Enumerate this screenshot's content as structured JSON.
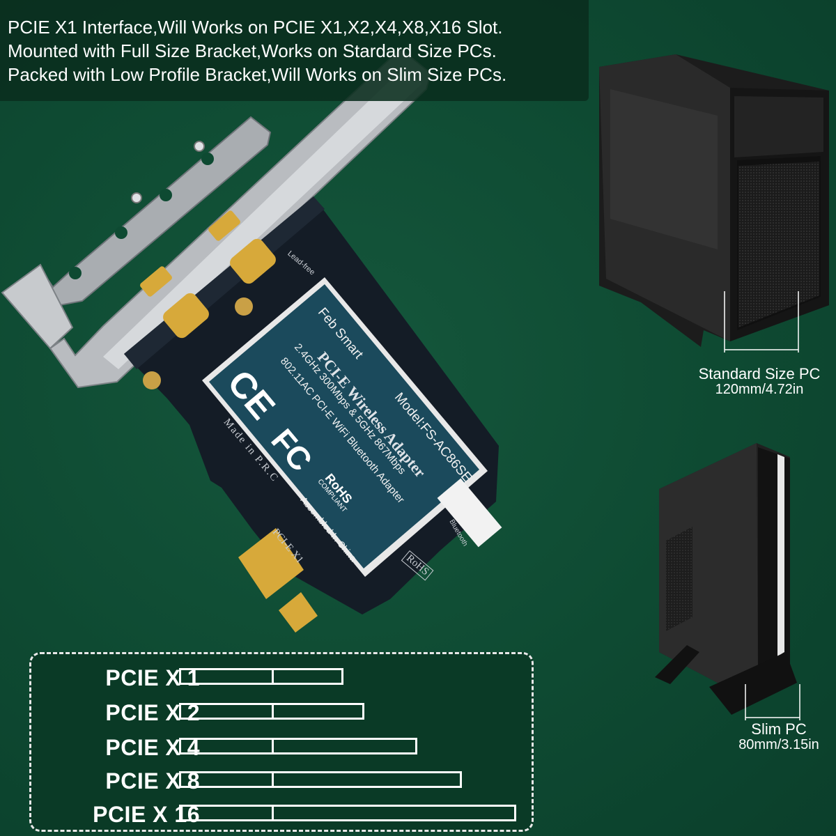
{
  "headline": {
    "lines": [
      "PCIE X1 Interface,Will Works on PCIE X1,X2,X4,X8,X16 Slot.",
      "Mounted with Full Size Bracket,Works on Stardard Size PCs.",
      "Packed with Low Profile Bracket,Will Works on Slim Size PCs."
    ]
  },
  "card": {
    "title": "PCI-E Wireless Adapter",
    "brand": "Feb Smart",
    "model": "Model:FS-AC86SE",
    "spec_line1": "2.4GHz 300Mbps & 5GHz 867Mbps",
    "spec_line2": "802.11AC PCI-E WiFi Bluetooth Adapter",
    "assembled": "Assembled In China",
    "made_in": "Made in P.R.C",
    "lead_free": "Lead-free",
    "interface": "PCI-E  X1",
    "bluetooth": "Bluetooth",
    "rohs": "RoHS",
    "rohs_sub": "COMPLIANT",
    "ce": "CE",
    "fc": "FC"
  },
  "standard_pc": {
    "label": "Standard Size PC",
    "dimension": "120mm/4.72in"
  },
  "slim_pc": {
    "label": "Slim PC",
    "dimension": "80mm/3.15in"
  },
  "slots": [
    {
      "label": "PCIE X 1",
      "length": 1
    },
    {
      "label": "PCIE X 2",
      "length": 2
    },
    {
      "label": "PCIE X 4",
      "length": 4
    },
    {
      "label": "PCIE X 8",
      "length": 8
    },
    {
      "label": "PCIE X 16",
      "length": 16
    }
  ],
  "colors": {
    "background": "#0e4a32",
    "label_panel": "#1b4a5c",
    "pcb": "#121a24",
    "gold": "#d7a93a"
  }
}
